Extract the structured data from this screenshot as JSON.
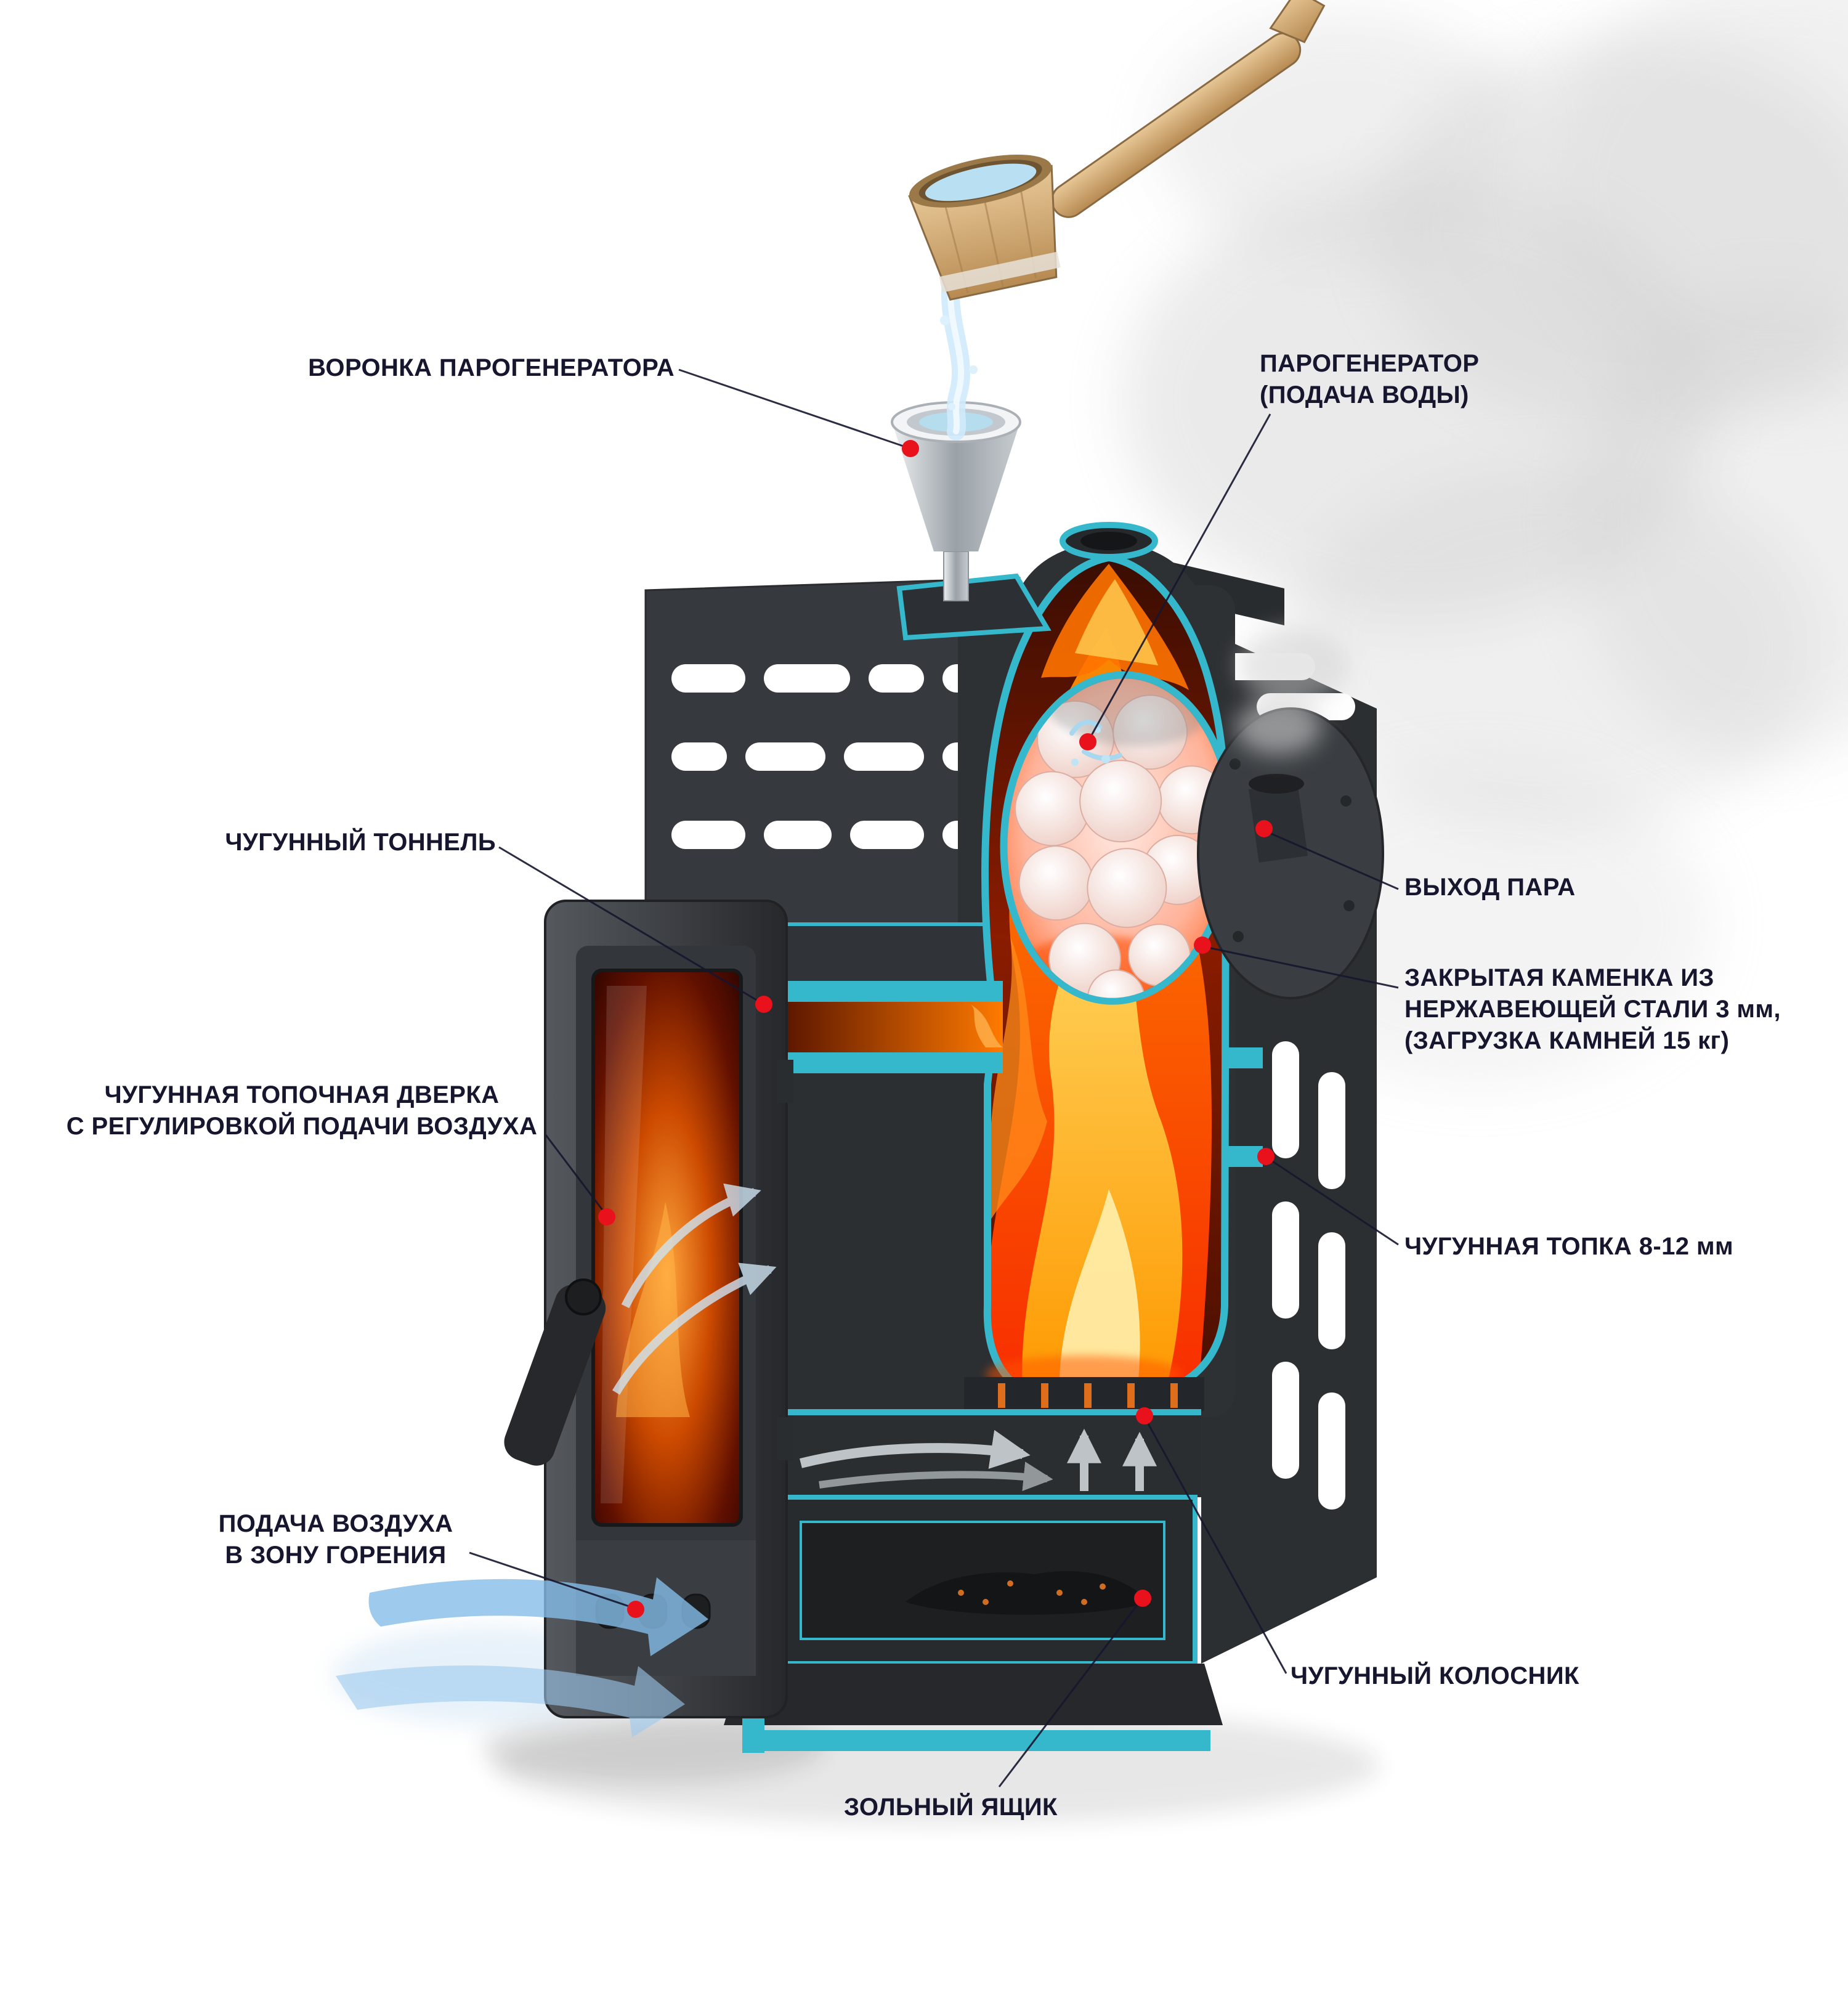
{
  "diagram": {
    "subject": "Cutaway diagram of a cast-iron sauna stove with steam generator",
    "labels": {
      "funnel": "ВОРОНКА ПАРОГЕНЕРАТОРА",
      "steam_generator_line1": "ПАРОГЕНЕРАТОР",
      "steam_generator_line2": "(ПОДАЧА ВОДЫ)",
      "tunnel": "ЧУГУННЫЙ ТОННЕЛЬ",
      "steam_exit": "ВЫХОД ПАРА",
      "stone_chamber_line1": "ЗАКРЫТАЯ КАМЕНКА ИЗ",
      "stone_chamber_line2": "НЕРЖАВЕЮЩЕЙ СТАЛИ 3 мм,",
      "stone_chamber_line3": "(ЗАГРУЗКА КАМНЕЙ 15 кг)",
      "door_line1": "ЧУГУННАЯ ТОПОЧНАЯ ДВЕРКА",
      "door_line2": "С  РЕГУЛИРОВКОЙ ПОДАЧИ ВОЗДУХА",
      "firebox": "ЧУГУННАЯ ТОПКА 8-12 мм",
      "air_supply_line1": "ПОДАЧА ВОЗДУХА",
      "air_supply_line2": "В ЗОНУ ГОРЕНИЯ",
      "grate": "ЧУГУННЫЙ КОЛОСНИК",
      "ash_box": "ЗОЛЬНЫЙ ЯЩИК"
    },
    "colors": {
      "label_text": "#16162e",
      "leader_line": "#16162e",
      "marker_dot": "#e8111c",
      "cutaway_teal": "#35b8cc",
      "stove_body": "#33363a",
      "fire_orange": "#ff7a00",
      "fire_yellow": "#ffe26e",
      "water_blue": "#bfe3f5",
      "wood": "#d2a86e",
      "smoke_gray": "#cdcdcd",
      "stones": "#f6ddd4"
    }
  }
}
